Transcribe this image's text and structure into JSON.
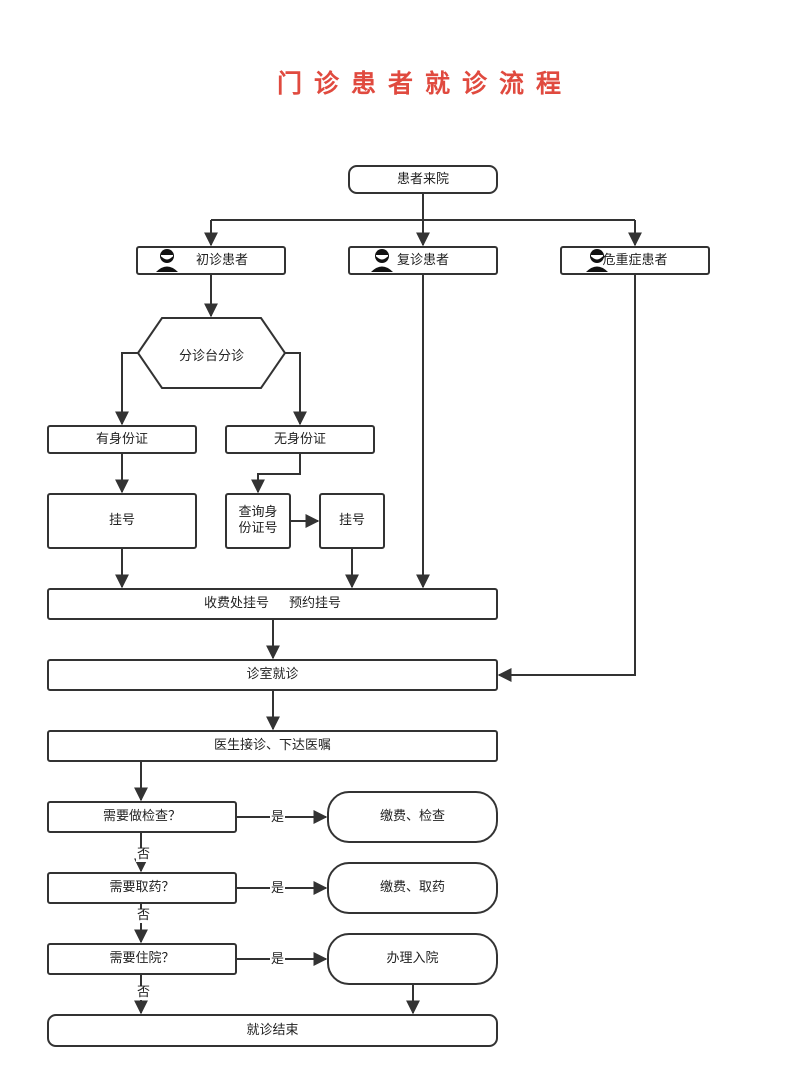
{
  "title": "门诊患者就诊流程",
  "nodes": {
    "arrive": "患者来院",
    "first_visit": "初诊患者",
    "return_visit": "复诊患者",
    "critical": "危重症患者",
    "triage": "分诊台分诊",
    "has_id": "有身份证",
    "no_id": "无身份证",
    "register_left": "挂号",
    "lookup_id": "查询身份证号",
    "register_right": "挂号",
    "cashier_register": "收费处挂号",
    "appointment_register": "预约挂号",
    "clinic_visit": "诊室就诊",
    "doctor_orders": "医生接诊、下达医嘱",
    "need_exam": "需要做检查？",
    "pay_exam": "缴费、检查",
    "need_medicine": "需要取药？",
    "pay_medicine": "缴费、取药",
    "need_hospital": "需要住院？",
    "admission": "办理入院",
    "end": "就诊结束"
  },
  "edge_labels": {
    "yes_exam": "是",
    "no_exam": "否",
    "yes_medicine": "是",
    "no_medicine": "否",
    "yes_hospital": "是",
    "no_hospital": "否"
  },
  "icons": {
    "patient": "person-icon"
  },
  "colors": {
    "title": "#e04a3f",
    "line": "#333333"
  }
}
